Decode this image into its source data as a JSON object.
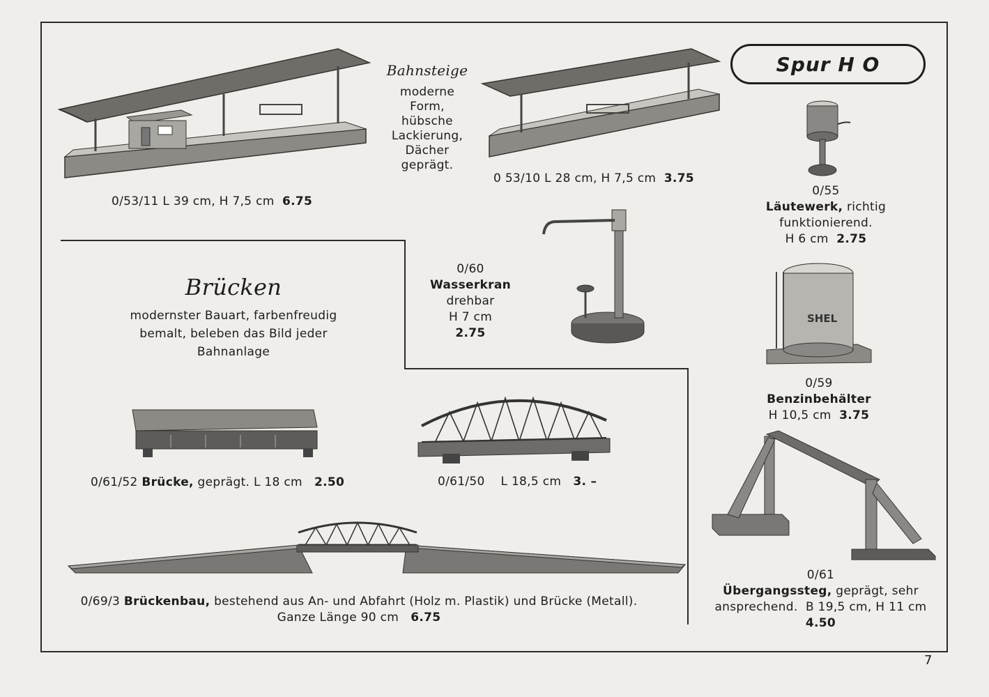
{
  "badge": "Spur H O",
  "page_number": "7",
  "platforms": {
    "heading": "Bahnsteige",
    "desc": [
      "moderne",
      "Form,",
      "hübsche",
      "Lackierung,",
      "Dächer",
      "geprägt."
    ],
    "items": [
      {
        "code": "0/53/11",
        "dims": "L 39 cm, H 7,5 cm",
        "price": "6.75"
      },
      {
        "code": "0 53/10",
        "dims": "L 28 cm, H 7,5 cm",
        "price": "3.75"
      }
    ]
  },
  "bell": {
    "code": "0/55",
    "name": "Läutewerk,",
    "note": "richtig",
    "note2": "funktionierend.",
    "dims": "H 6 cm",
    "price": "2.75"
  },
  "crane": {
    "code": "0/60",
    "name": "Wasserkran",
    "note": "drehbar",
    "dims": "H 7 cm",
    "price": "2.75"
  },
  "tank": {
    "code": "0/59",
    "name": "Benzinbehälter",
    "dims": "H 10,5 cm",
    "price": "3.75",
    "label": "SHEL"
  },
  "bridges": {
    "heading": "Brücken",
    "desc": [
      "modernster Bauart, farbenfreudig",
      "bemalt, beleben das Bild jeder",
      "Bahnanlage"
    ],
    "item1": {
      "code": "0/61/52",
      "name": "Brücke,",
      "dims": "geprägt. L 18 cm",
      "price": "2.50"
    },
    "item2": {
      "code": "0/61/50",
      "dims": "L 18,5 cm",
      "price": "3. –"
    },
    "item3": {
      "code": "0/69/3",
      "name": "Brückenbau,",
      "desc": "bestehend aus An- und Abfahrt (Holz m. Plastik) und Brücke (Metall).",
      "line2": "Ganze Länge 90 cm",
      "price": "6.75"
    }
  },
  "footbridge": {
    "code": "0/61",
    "name": "Übergangssteg,",
    "note": "geprägt, sehr",
    "note2": "ansprechend.",
    "dims": "B 19,5 cm, H 11 cm",
    "price": "4.50"
  }
}
